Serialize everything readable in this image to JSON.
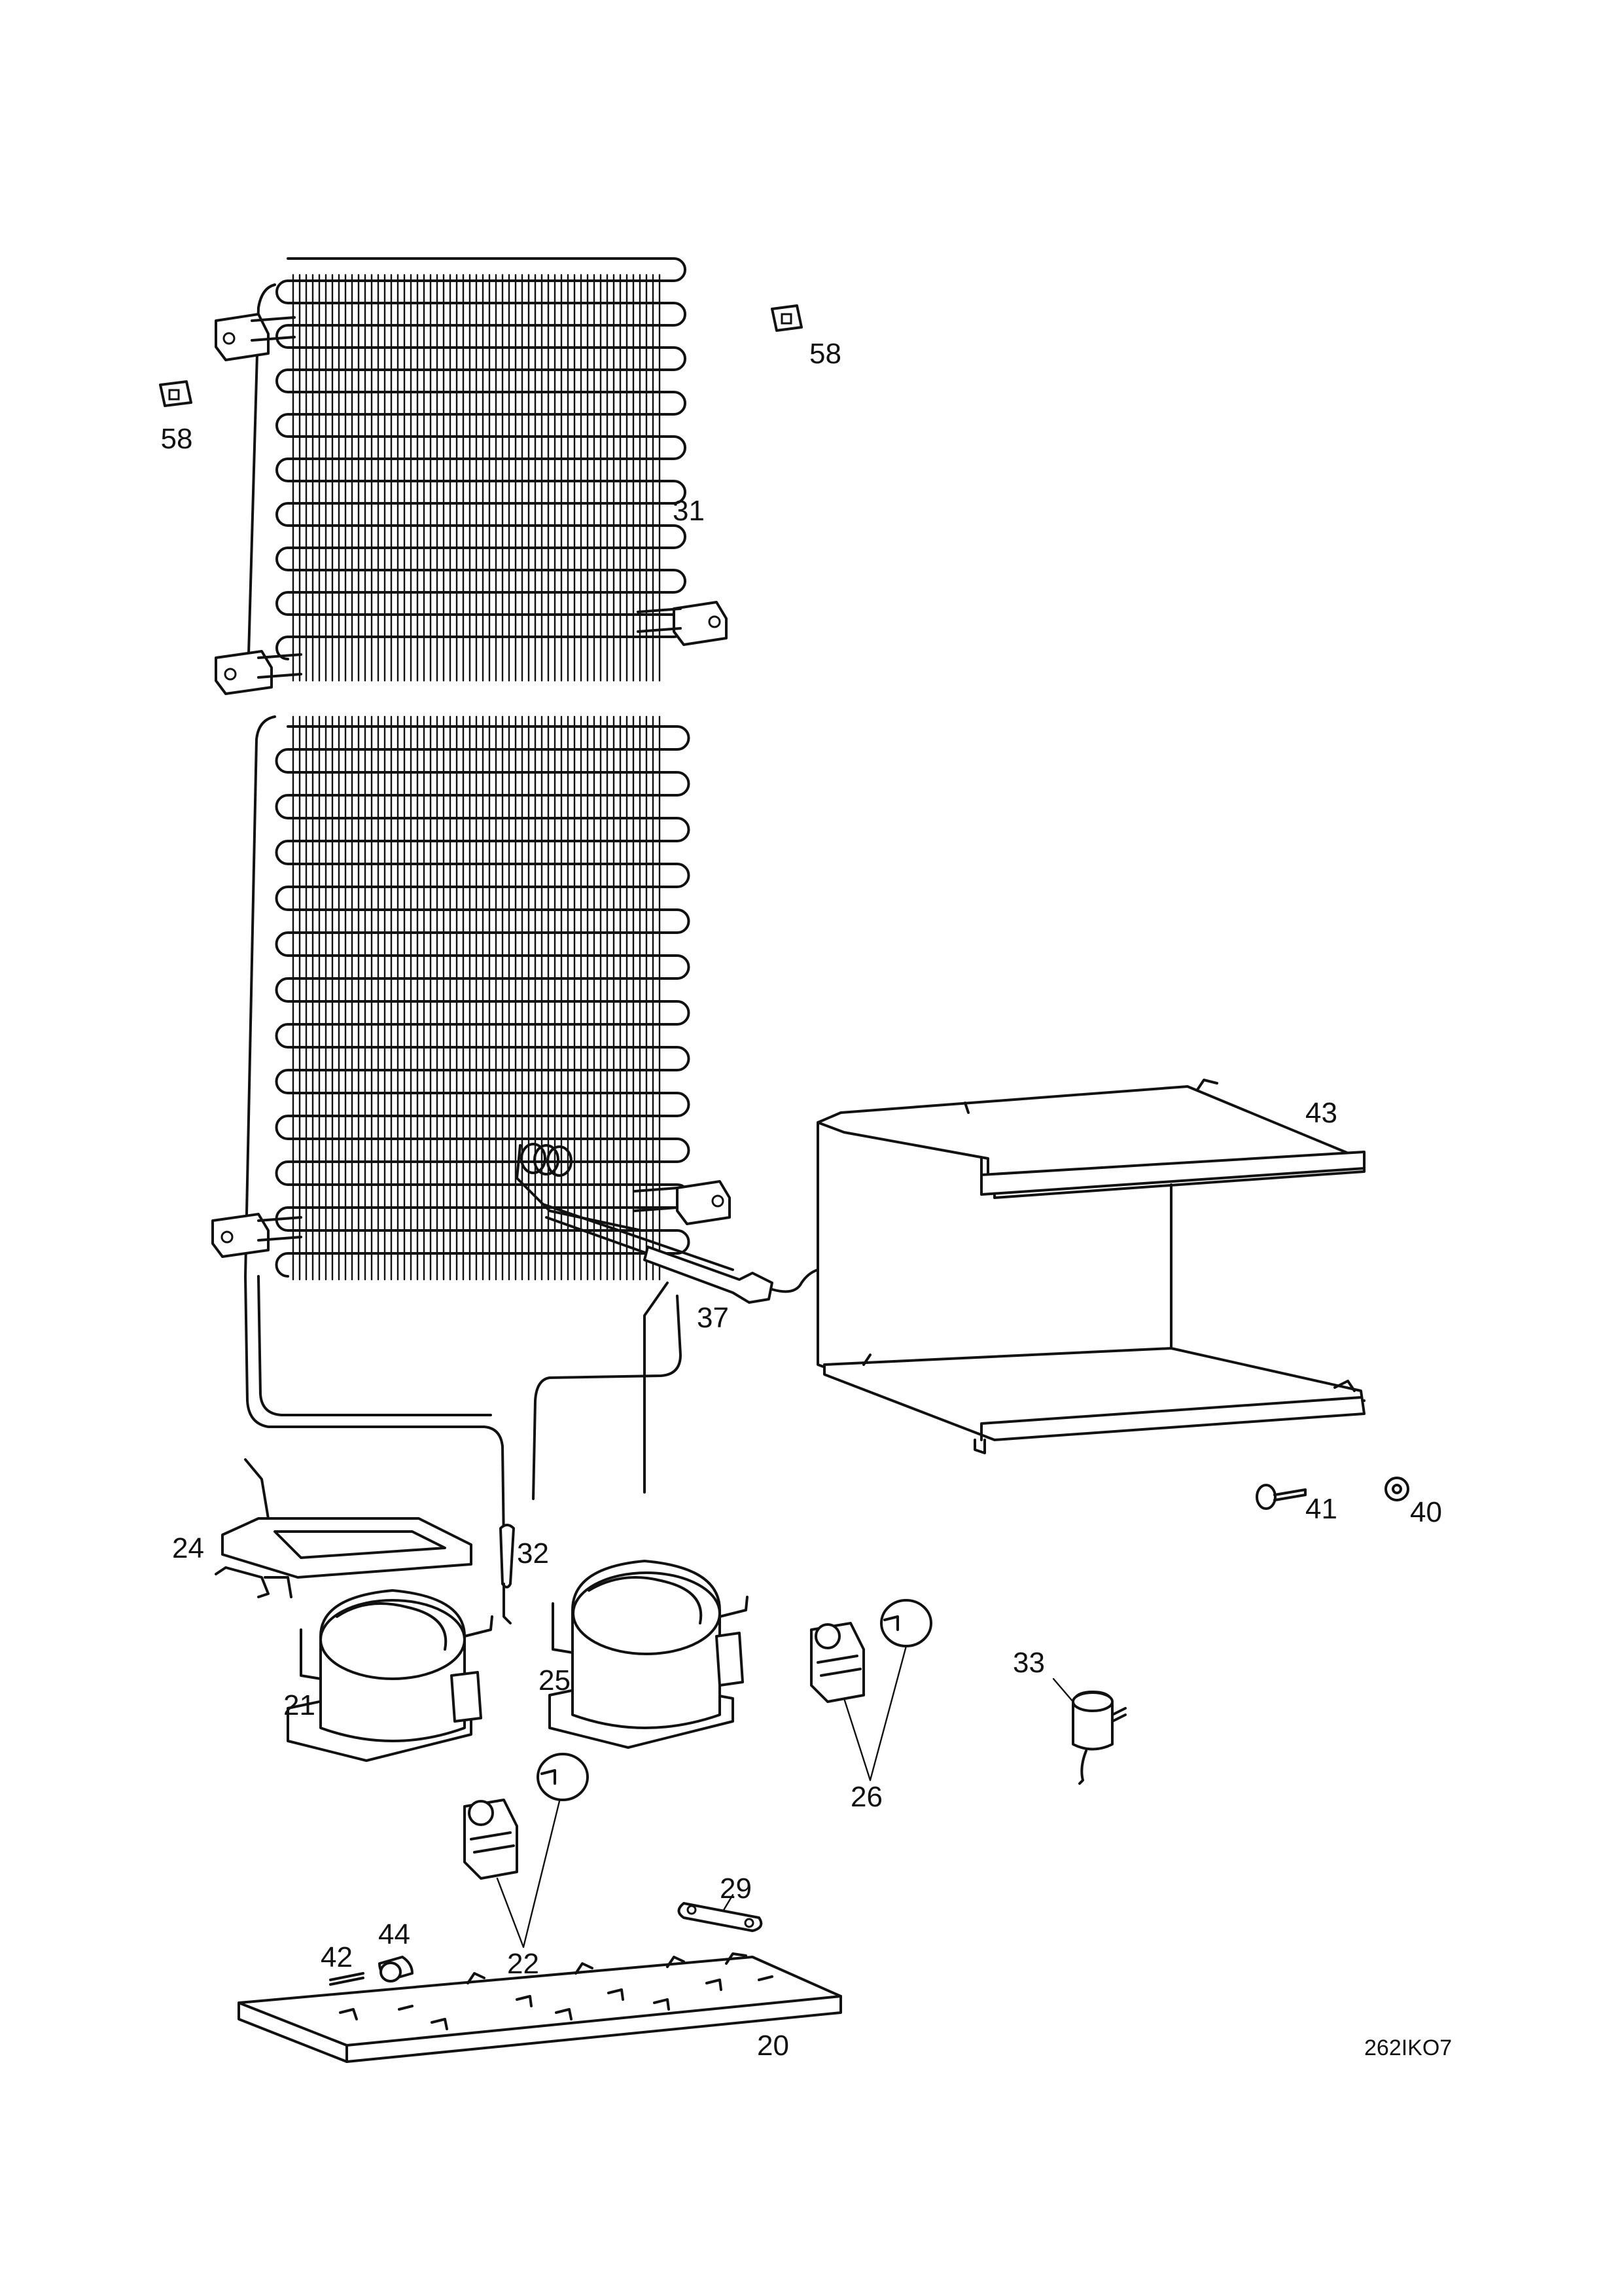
{
  "parts": [
    {
      "id": "p58a",
      "label": "58"
    },
    {
      "id": "p58b",
      "label": "58"
    },
    {
      "id": "p31",
      "label": "31"
    },
    {
      "id": "p43",
      "label": "43"
    },
    {
      "id": "p37",
      "label": "37"
    },
    {
      "id": "p41",
      "label": "41"
    },
    {
      "id": "p40",
      "label": "40"
    },
    {
      "id": "p24",
      "label": "24"
    },
    {
      "id": "p32",
      "label": "32"
    },
    {
      "id": "p33",
      "label": "33"
    },
    {
      "id": "p21",
      "label": "21"
    },
    {
      "id": "p25",
      "label": "25"
    },
    {
      "id": "p26",
      "label": "26"
    },
    {
      "id": "p29",
      "label": "29"
    },
    {
      "id": "p22",
      "label": "22"
    },
    {
      "id": "p42",
      "label": "42"
    },
    {
      "id": "p44",
      "label": "44"
    },
    {
      "id": "p20",
      "label": "20"
    }
  ],
  "drawing_code": "262IKO7"
}
